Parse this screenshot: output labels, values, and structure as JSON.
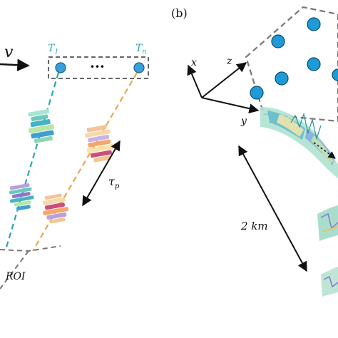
{
  "panel_a": {
    "velocity_label": "v",
    "receiver_first_label": "T",
    "receiver_first_sub": "1",
    "receiver_last_label": "T",
    "receiver_last_sub": "n",
    "ellipsis": "···",
    "tau_label": "τ",
    "tau_sub": "p",
    "roi_label": "ROI",
    "colors": {
      "receiver_left": "#2aa6b0",
      "receiver_right": "#f0a44a",
      "dot_fill": "#3aa0dc",
      "frame": "#666666"
    }
  },
  "panel_b": {
    "panel_label": "(b)",
    "axis_x": "x",
    "axis_y": "y",
    "axis_z": "z",
    "distance_label": "2 km",
    "colors": {
      "dot_fill": "#1e9bd7",
      "frame": "#777777",
      "wave_base": "#8fd4c8"
    }
  }
}
